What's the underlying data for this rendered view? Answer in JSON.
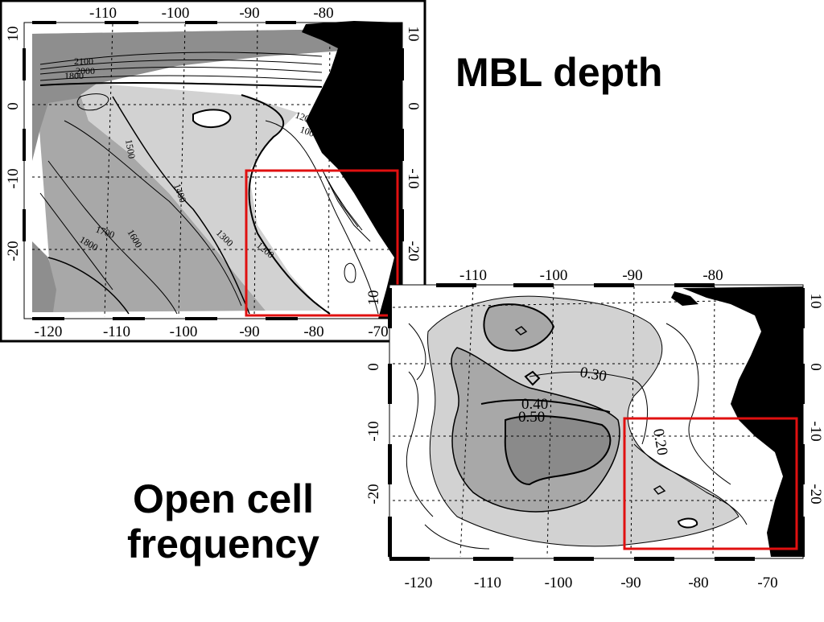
{
  "titles": {
    "mbl_depth": "MBL depth",
    "open_cell_line1": "Open cell",
    "open_cell_line2": "frequency"
  },
  "mbl_map": {
    "top_lon_ticks": [
      "-110",
      "-100",
      "-90",
      "-80"
    ],
    "bottom_lon_ticks": [
      "-120",
      "-110",
      "-100",
      "-90",
      "-80",
      "-70"
    ],
    "left_lat_ticks": [
      "10",
      "0",
      "-10",
      "-20"
    ],
    "right_lat_ticks": [
      "10",
      "0",
      "-10",
      "-20"
    ],
    "contour_labels": [
      "2100",
      "2000",
      "1800",
      "1500",
      "1400",
      "1300",
      "1200",
      "1700",
      "1800",
      "1600",
      "1200",
      "1000"
    ]
  },
  "open_cell_map": {
    "top_lon_ticks": [
      "-110",
      "-100",
      "-90",
      "-80"
    ],
    "bottom_lon_ticks": [
      "-120",
      "-110",
      "-100",
      "-90",
      "-80",
      "-70"
    ],
    "left_lat_ticks": [
      "10",
      "0",
      "-10",
      "-20"
    ],
    "right_lat_ticks": [
      "10",
      "0",
      "-10",
      "-20"
    ],
    "contour_labels": [
      "0.30",
      "0.40",
      "0.50",
      "0.20"
    ]
  },
  "colors": {
    "highlight_box": "#e01010",
    "land": "#000000",
    "shade_dark": "#8a8a8a",
    "shade_mid": "#a8a8a8",
    "shade_light": "#d2d2d2"
  }
}
